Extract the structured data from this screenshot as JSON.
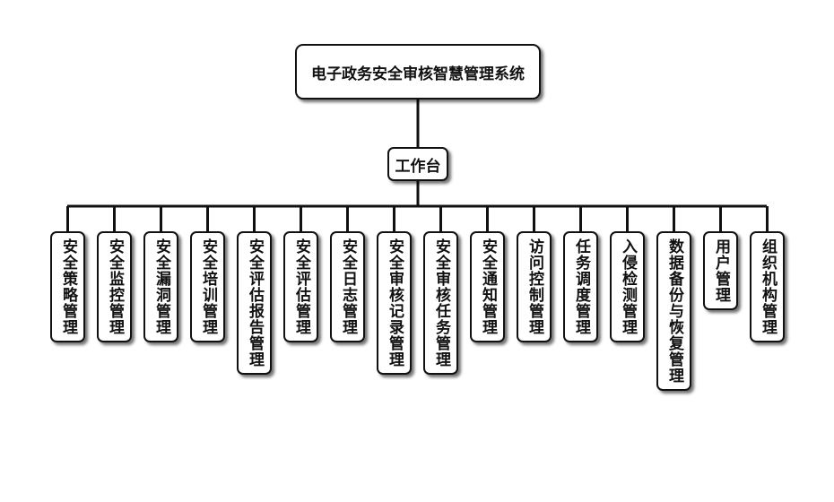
{
  "diagram": {
    "root": {
      "label": "电子政务安全审核智慧管理系统"
    },
    "hub": {
      "label": "工作台"
    },
    "modules": [
      {
        "label": "安全策略管理"
      },
      {
        "label": "安全监控管理"
      },
      {
        "label": "安全漏洞管理"
      },
      {
        "label": "安全培训管理"
      },
      {
        "label": "安全评估报告管理"
      },
      {
        "label": "安全评估管理"
      },
      {
        "label": "安全日志管理"
      },
      {
        "label": "安全审核记录管理"
      },
      {
        "label": "安全审核任务管理"
      },
      {
        "label": "安全通知管理"
      },
      {
        "label": "访问控制管理"
      },
      {
        "label": "任务调度管理"
      },
      {
        "label": "入侵检测管理"
      },
      {
        "label": "数据备份与恢复管理"
      },
      {
        "label": "用户管理"
      },
      {
        "label": "组织机构管理"
      }
    ]
  }
}
